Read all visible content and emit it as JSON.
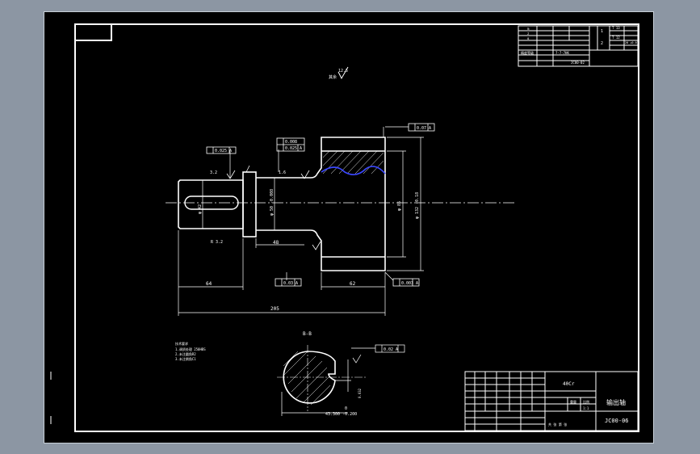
{
  "colors": {
    "background": "#8c96a3",
    "viewport": "#000000",
    "lines": "#ffffff",
    "hatch_accent": "#3b48ff",
    "centerline": "#ffffff"
  },
  "drawing": {
    "title_block": {
      "part_name": "输出轴",
      "drawing_number": "JC00-06",
      "material": "40Cr",
      "scale_label": "比例",
      "scale_value": "1:1",
      "weight_label": "重量",
      "sheet_label": "共 张 第 张"
    },
    "rev_table": {
      "r1": "1",
      "r2": "2",
      "c1": "T 13",
      "c2": "T 12",
      "c3": "20 +0.07"
    },
    "param_table": {
      "p1": "m",
      "p2": "z",
      "p3": "α",
      "p4": "精度等级",
      "p5": "7-7-7HK",
      "p6": "JC00-02"
    },
    "roughness_main": "12.5",
    "roughness_note": "其余",
    "tolerance_frames": {
      "f1": "0.025 A",
      "f2": "0.008",
      "f3": "0.025 A",
      "f4": "0.07 A",
      "f5": "0.03 A",
      "f6": "0.003 A",
      "f7": "0.02 A"
    },
    "dimensions": {
      "d_total": "205",
      "d_left": "64",
      "d_mid": "48",
      "d_right": "62",
      "d_diam_shaft": "φ 50 -0.008",
      "d_diam_left": "φ 42",
      "d_diam_gear": "φ 132 -0.18",
      "d_diam_bore": "φ 85",
      "d_r": "R 3.2",
      "d_chamfer": "3.2",
      "d_bs": "1.6",
      "d_key": "43.300 -0.200",
      "d_key_width": "0",
      "d_section_key": "0.032"
    },
    "section_label": "B-B",
    "notes": {
      "title": "技术要求",
      "line1": "1.调质处理 250HBS",
      "line2": "2.未注圆角R2",
      "line3": "3.未注倒角C1"
    }
  }
}
